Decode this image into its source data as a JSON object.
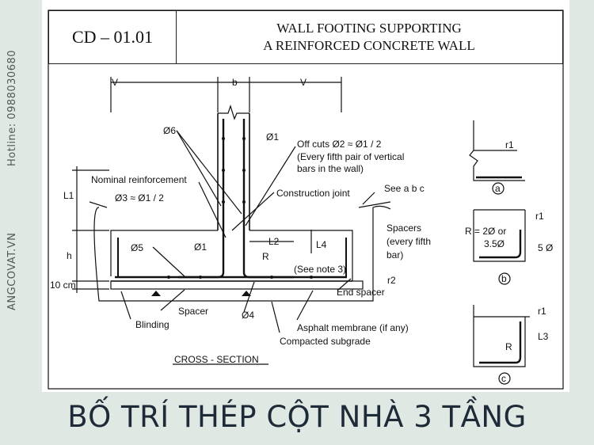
{
  "watermark": {
    "hotline": "Hotline: 0988030680",
    "site": "ANGCOVAT.VN"
  },
  "title_block": {
    "code": "CD – 01.01",
    "title_line1": "WALL FOOTING SUPPORTING",
    "title_line2": "A REINFORCED CONCRETE WALL"
  },
  "labels": {
    "v_left": "V",
    "b": "b",
    "v_right": "V",
    "phi6": "Ø6",
    "phi1_top": "Ø1",
    "off_cuts": "Off cuts  Ø2 ≈ Ø1 / 2",
    "off_cuts_2": "(Every fifth pair of vertical",
    "off_cuts_3": "bars in the wall)",
    "nominal": "Nominal reinforcement",
    "phi3": "Ø3 ≈ Ø1 / 2",
    "construction_joint": "Construction joint",
    "see": "See",
    "see_a": "a",
    "see_b": "b",
    "see_c": "c",
    "l1": "L1",
    "h": "h",
    "ten_cm": "10 cm",
    "phi5": "Ø5",
    "phi1_bottom": "Ø1",
    "l2": "L2",
    "r": "R",
    "l4": "L4",
    "spacers": "Spacers",
    "spacers_2": "(every fifth",
    "spacers_3": "bar)",
    "see_note": "(See note 3)",
    "r2": "r2",
    "spacer": "Spacer",
    "phi4": "Ø4",
    "end_spacer": "End spacer",
    "blinding": "Blinding",
    "asphalt": "Asphalt membrane (if any)",
    "compacted": "Compacted subgrade",
    "cross_section": "CROSS - SECTION",
    "detail_a_r1": "r1",
    "detail_a": "a",
    "detail_b_r1": "r1",
    "detail_b_r": "R = 2Ø or",
    "detail_b_r2": "3.5Ø",
    "detail_b_5": "5 Ø",
    "detail_b": "b",
    "detail_c_r1": "r1",
    "detail_c_l3": "L3",
    "detail_c_r": "R",
    "detail_c": "c"
  },
  "caption": "BỐ TRÍ THÉP CỘT NHÀ 3 TẦNG"
}
